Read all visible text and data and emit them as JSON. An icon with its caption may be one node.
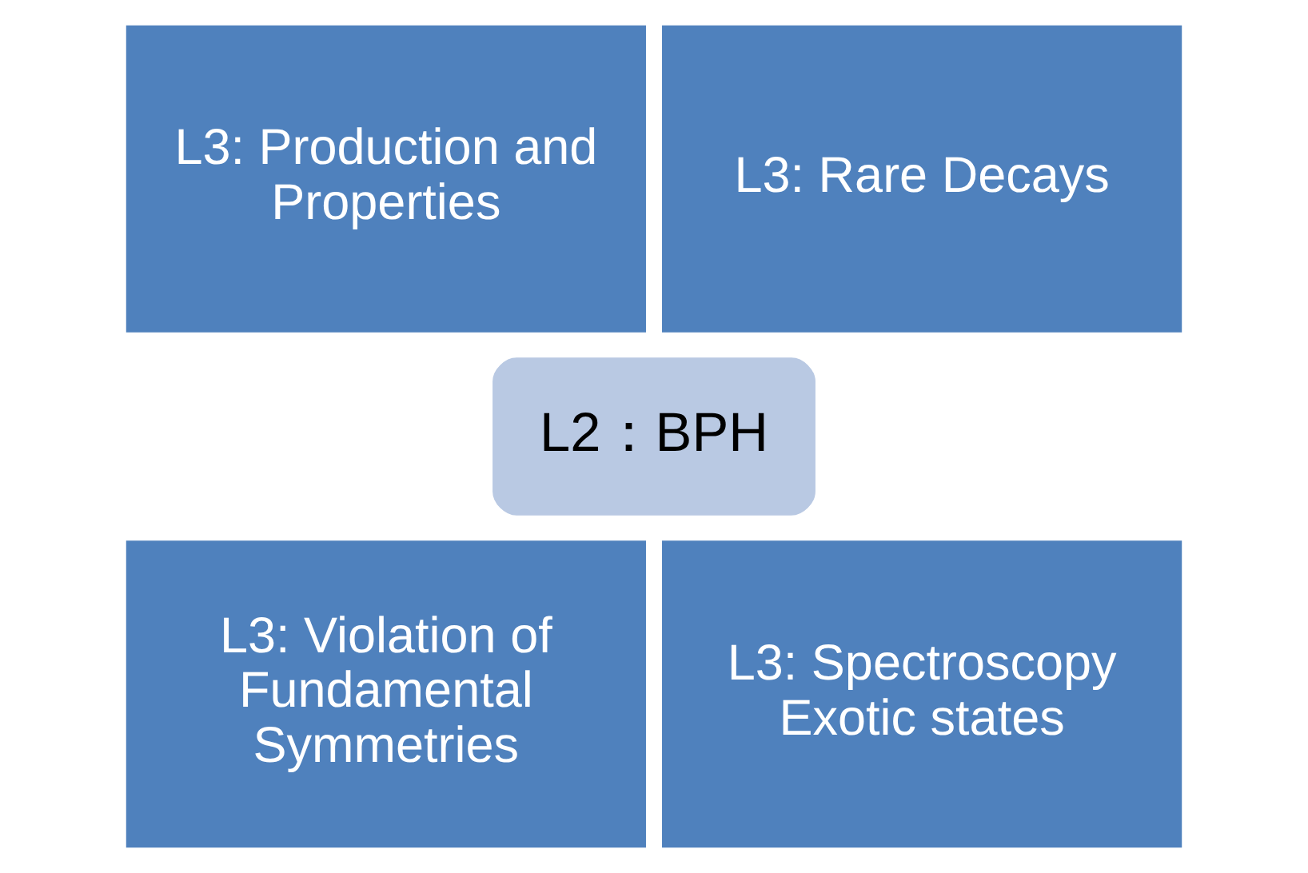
{
  "diagram": {
    "nodes": [
      {
        "text": [
          "L3: Production and Properties"
        ]
      },
      {
        "text": [
          "L3: Rare Decays"
        ]
      },
      {
        "text": [
          "L2：BPH"
        ]
      },
      {
        "text": [
          "L3: Violation of Fundamental Symmetries"
        ]
      },
      {
        "text": [
          "L3: Spectroscopy Exotic states"
        ]
      }
    ]
  }
}
